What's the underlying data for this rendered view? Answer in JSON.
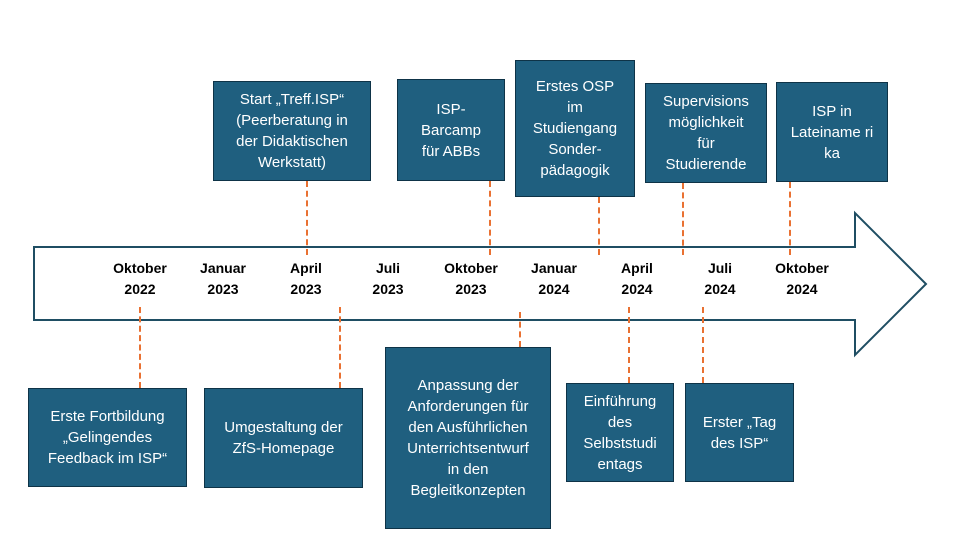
{
  "timeline": {
    "ticks": [
      "Oktober\n2022",
      "Januar\n2023",
      "April\n2023",
      "Juli\n2023",
      "Oktober\n2023",
      "Januar\n2024",
      "April\n2024",
      "Juli\n2024",
      "Oktober\n2024"
    ]
  },
  "events_above": [
    "Start „Treff.ISP“\n(Peerberatung in\nder Didaktischen\nWerkstatt)",
    "ISP-\nBarcamp\nfür ABBs",
    "Erstes OSP\nim\nStudiengang\nSonder-\npädagogik",
    "Supervisions\nmöglichkeit\nfür\nStudierende",
    "ISP in\nLateiname ri\nka"
  ],
  "events_below": [
    "Erste Fortbildung\n„Gelingendes\nFeedback im ISP“",
    "Umgestaltung der\nZfS-Homepage",
    "Anpassung der\nAnforderungen für\nden Ausführlichen\nUnterrichtsentwurf\nin den\nBegleitkonzepten",
    "Einführung\ndes\nSelbststudi\nentags",
    "Erster „Tag\ndes ISP“"
  ],
  "colors": {
    "box_fill": "#1f5f7f",
    "box_border": "#0e3347",
    "arrow_outline": "#1f4e63",
    "connector": "#e97132"
  }
}
